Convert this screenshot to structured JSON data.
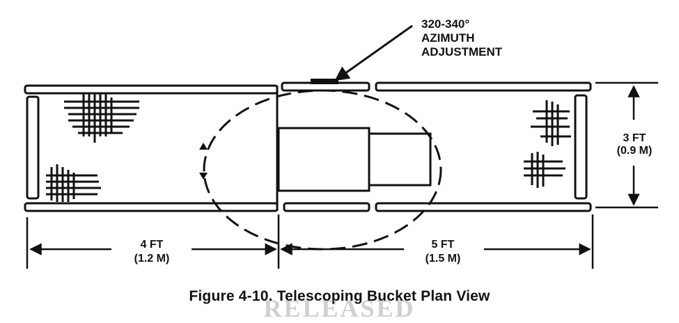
{
  "annotation": {
    "line1": "320-340°",
    "line2": "AZIMUTH",
    "line3": "ADJUSTMENT"
  },
  "dim_height": {
    "ft": "3 FT",
    "m": "(0.9  M)"
  },
  "dim_left": {
    "ft": "4 FT",
    "m": "(1.2  M)"
  },
  "dim_right": {
    "ft": "5 FT",
    "m": "(1.5  M)"
  },
  "caption": "Figure 4-10.  Telescoping Bucket Plan View",
  "watermark": "RELEASED",
  "colors": {
    "ink": "#111111",
    "background": "#ffffff"
  }
}
